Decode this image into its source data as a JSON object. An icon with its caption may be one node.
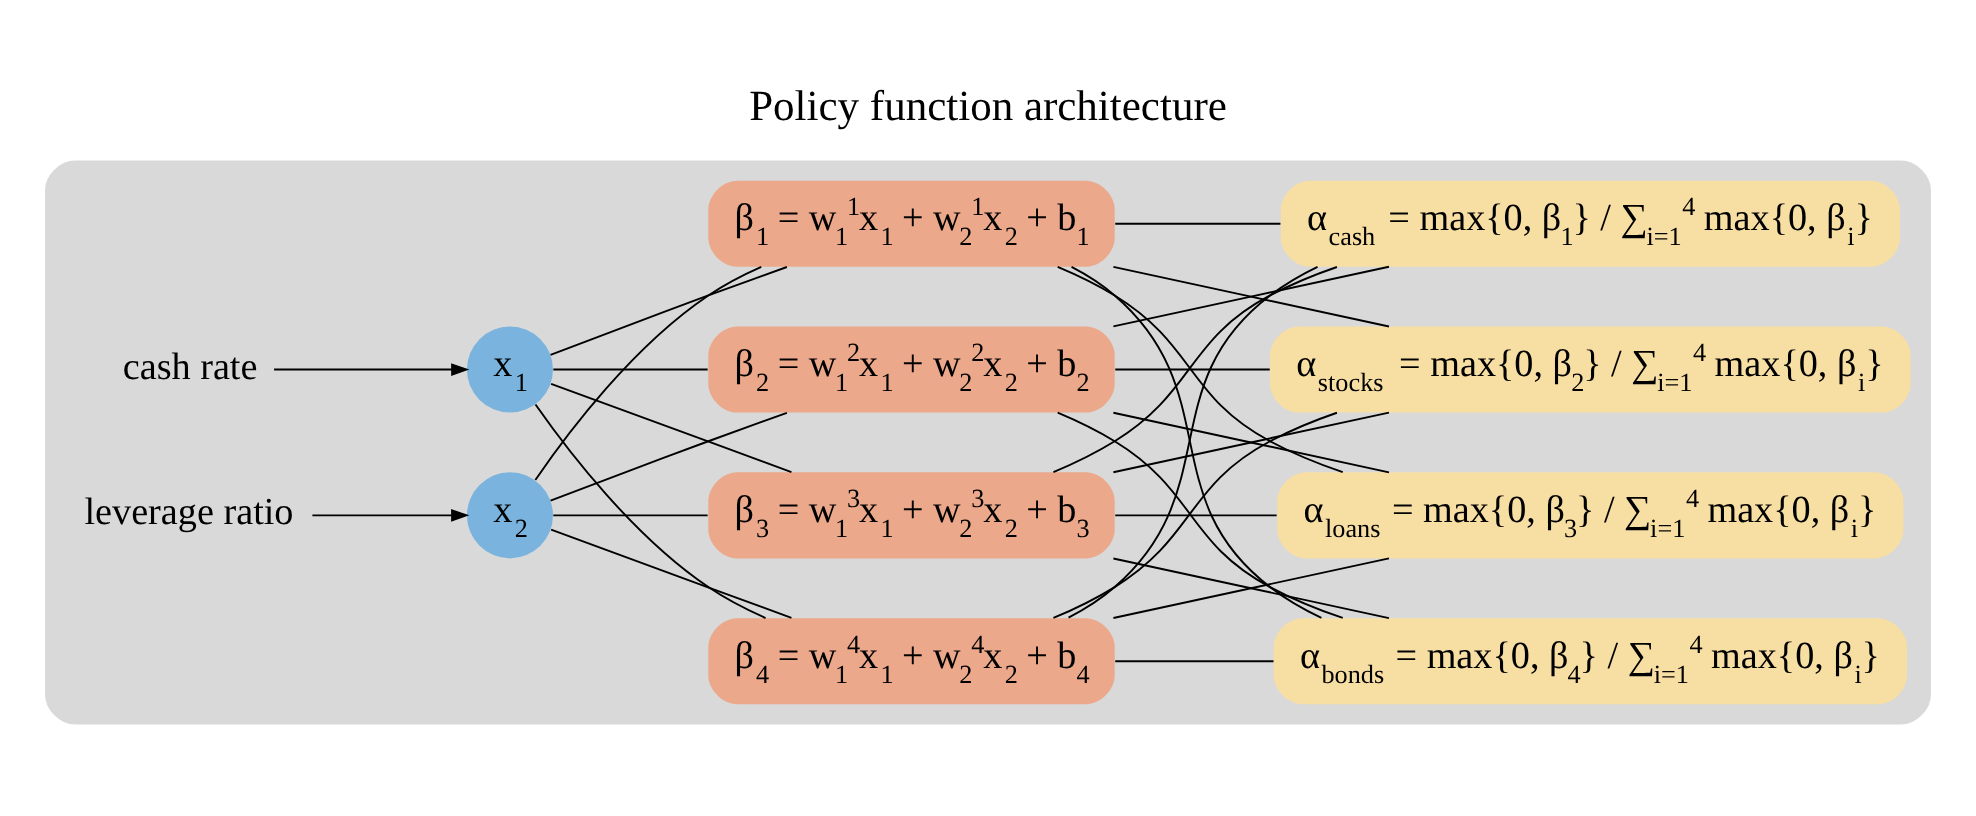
{
  "diagram": {
    "title": "Policy function architecture",
    "nodes": [
      {
        "text": [],
        "shape": "box"
      },
      {
        "text": [
          "cash rate"
        ],
        "in": 0
      },
      {
        "text": [
          "leverage ratio"
        ],
        "in": 0
      },
      {
        "text": [
          "x$_{1}$"
        ],
        "in": 0
      },
      {
        "text": [
          "x$_{2}$"
        ],
        "in": 0
      },
      {
        "text": [
          "β$_{1}$ = w$_{1}$$^{1}$x$_{1}$ + w$_{2}$$^{1}$x$_{2}$ + b$_{1}$"
        ],
        "in": 0
      },
      {
        "text": [
          "β$_{2}$ = w$_{1}$$^{2}$x$_{1}$ + w$_{2}$$^{2}$x$_{2}$ + b$_{2}$"
        ],
        "in": 0
      },
      {
        "text": [
          "β$_{3}$ = w$_{1}$$^{3}$x$_{1}$ + w$_{2}$$^{3}$x$_{2}$ + b$_{3}$"
        ],
        "in": 0
      },
      {
        "text": [
          "β$_{4}$ = w$_{1}$$^{4}$x$_{1}$ + w$_{2}$$^{4}$x$_{2}$ + b$_{4}$"
        ],
        "in": 0
      },
      {
        "text": [
          "α$_{cash}$ = max{0, β$_{1}$} / ∑$_{i=1}$$^{4}$ max{0, β$_{i}$}"
        ],
        "in": 0
      },
      {
        "text": [
          "α$_{stocks}$ = max{0, β$_{2}$} / ∑$_{i=1}$$^{4}$ max{0, β$_{i}$}"
        ],
        "in": 0
      },
      {
        "text": [
          "α$_{loans}$ = max{0, β$_{3}$} / ∑$_{i=1}$$^{4}$ max{0, β$_{i}$}"
        ],
        "in": 0
      },
      {
        "text": [
          "α$_{bonds}$ = max{0, β$_{4}$} / ∑$_{i=1}$$^{4}$ max{0, β$_{i}$}"
        ],
        "in": 0
      }
    ],
    "edges": [
      {
        "from": 1,
        "to": 3,
        "arrow": "to"
      },
      {
        "from": 2,
        "to": 4,
        "arrow": "to"
      },
      {
        "from": 3,
        "to": 5,
        "arrow": "none"
      },
      {
        "from": 3,
        "to": 6,
        "arrow": "none"
      },
      {
        "from": 3,
        "to": 7,
        "arrow": "none"
      },
      {
        "from": 3,
        "to": 8,
        "arrow": "none"
      },
      {
        "from": 4,
        "to": 5,
        "arrow": "none"
      },
      {
        "from": 4,
        "to": 6,
        "arrow": "none"
      },
      {
        "from": 4,
        "to": 7,
        "arrow": "none"
      },
      {
        "from": 4,
        "to": 8,
        "arrow": "none"
      },
      {
        "from": 5,
        "to": 9,
        "arrow": "none"
      },
      {
        "from": 5,
        "to": 10,
        "arrow": "none"
      },
      {
        "from": 5,
        "to": 11,
        "arrow": "none"
      },
      {
        "from": 5,
        "to": 12,
        "arrow": "none"
      },
      {
        "from": 6,
        "to": 9,
        "arrow": "none"
      },
      {
        "from": 6,
        "to": 10,
        "arrow": "none"
      },
      {
        "from": 6,
        "to": 11,
        "arrow": "none"
      },
      {
        "from": 6,
        "to": 12,
        "arrow": "none"
      },
      {
        "from": 7,
        "to": 9,
        "arrow": "none"
      },
      {
        "from": 7,
        "to": 10,
        "arrow": "none"
      },
      {
        "from": 7,
        "to": 11,
        "arrow": "none"
      },
      {
        "from": 7,
        "to": 12,
        "arrow": "none"
      },
      {
        "from": 8,
        "to": 9,
        "arrow": "none"
      },
      {
        "from": 8,
        "to": 10,
        "arrow": "none"
      },
      {
        "from": 8,
        "to": 11,
        "arrow": "none"
      },
      {
        "from": 8,
        "to": 12,
        "arrow": "none"
      }
    ]
  }
}
